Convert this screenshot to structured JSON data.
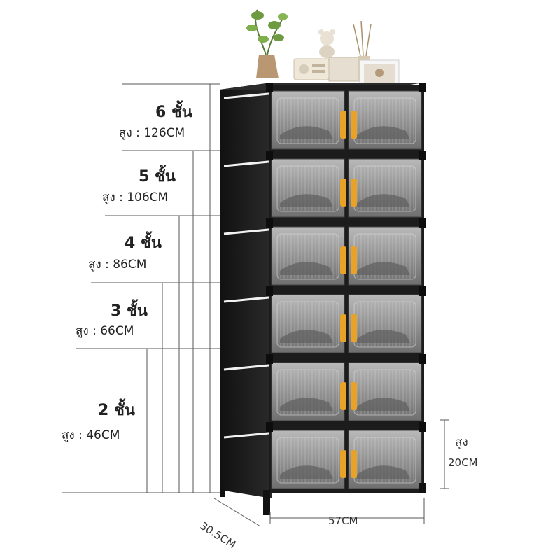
{
  "tiers": [
    {
      "title": "6 ชั้น",
      "height": "สูง :  126CM"
    },
    {
      "title": "5 ชั้น",
      "height": "สูง :  106CM"
    },
    {
      "title": "4 ชั้น",
      "height": "สูง :  86CM"
    },
    {
      "title": "3 ชั้น",
      "height": "สูง :  66CM"
    },
    {
      "title": "2 ชั้น",
      "height": "สูง :  46CM"
    }
  ],
  "dimensions": {
    "shelf_gap_label": "สูง",
    "shelf_gap_value": "20CM",
    "width": "57CM",
    "depth": "30.5CM"
  },
  "colors": {
    "frame": "#1c1c1c",
    "door": "#8e8e8e",
    "handle": "#e8a228",
    "lines": "#555555"
  }
}
